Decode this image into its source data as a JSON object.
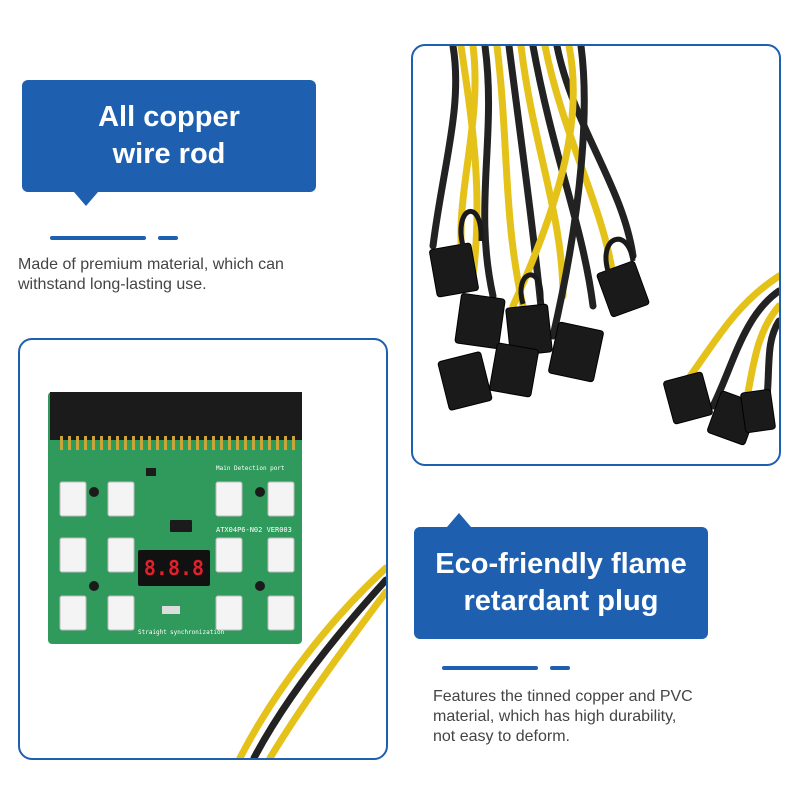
{
  "features": [
    {
      "title_lines": [
        "All copper",
        "wire rod"
      ],
      "description_lines": [
        "Made of premium material, which can",
        "withstand long-lasting use."
      ]
    },
    {
      "title_lines": [
        "Eco-friendly flame",
        "retardant plug"
      ],
      "description_lines": [
        "Features the tinned copper and PVC",
        "material, which has high durability,",
        "not easy to deform."
      ]
    }
  ],
  "board": {
    "top_label": "Main Detection port",
    "model_label": "ATX04P6-N02 VER003",
    "display_value": "8.8.8",
    "switch_left_label": "Straight",
    "switch_right_label": "synchronization"
  },
  "colors": {
    "accent": "#1e5fb0",
    "text": "#444444",
    "pcb": "#2f9a5b",
    "cable_yellow": "#e5c21a",
    "cable_black": "#222222"
  }
}
